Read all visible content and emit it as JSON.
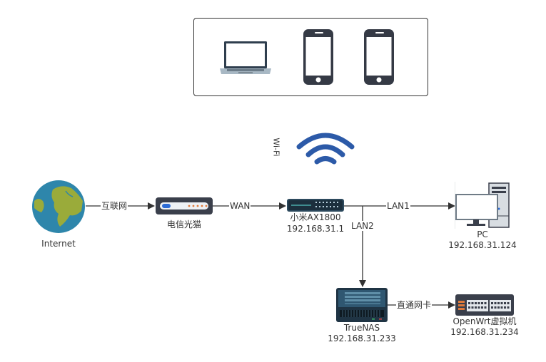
{
  "diagram": {
    "wireless_clients": {
      "devices": [
        "laptop",
        "phone",
        "phone"
      ]
    },
    "wifi": {
      "label": "Wi-Fi",
      "icon": "wifi-icon",
      "color": "#2c5aa8"
    },
    "nodes": {
      "internet": {
        "label": "Internet",
        "icon": "globe-icon"
      },
      "modem": {
        "label": "电信光猫",
        "icon": "modem-icon"
      },
      "router": {
        "name": "小米AX1800",
        "ip": "192.168.31.1",
        "icon": "router-icon"
      },
      "pc": {
        "name": "PC",
        "ip": "192.168.31.124",
        "icon": "desktop-pc-icon"
      },
      "truenas": {
        "name": "TrueNAS",
        "ip": "192.168.31.233",
        "icon": "nas-server-icon"
      },
      "openwrt": {
        "name": "OpenWrt虚拟机",
        "ip": "192.168.31.234",
        "icon": "switch-icon"
      }
    },
    "edges": {
      "internet_modem": "互联网",
      "modem_router": "WAN",
      "router_pc": "LAN1",
      "router_nas": "LAN2",
      "nas_openwrt": "直通网卡"
    },
    "colors": {
      "line": "#333333",
      "globe_ocean": "#2e86ab",
      "globe_land": "#9aab3a",
      "device_dark": "#3a3f4b",
      "nas_blue": "#2d4a5e"
    }
  }
}
